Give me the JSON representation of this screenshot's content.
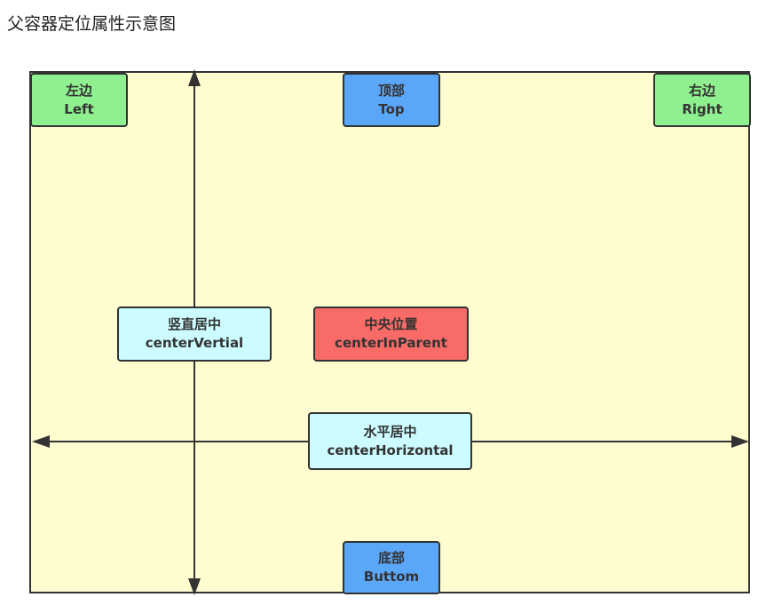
{
  "title": "父容器定位属性示意图",
  "boxes": {
    "left": {
      "cn": "左边",
      "en": "Left"
    },
    "top": {
      "cn": "顶部",
      "en": "Top"
    },
    "right": {
      "cn": "右边",
      "en": "Right"
    },
    "bottom": {
      "cn": "底部",
      "en": "Buttom"
    },
    "vertical_center": {
      "cn": "竖直居中",
      "en": "centerVertial"
    },
    "center_in_parent": {
      "cn": "中央位置",
      "en": "centerInParent"
    },
    "horizontal_center": {
      "cn": "水平居中",
      "en": "centerHorizontal"
    }
  },
  "colors": {
    "container_fill": "#fffdd0",
    "green": "#8ff08f",
    "blue": "#5aa6f8",
    "cyan": "#ccfcff",
    "red": "#f96b66",
    "line": "#333333"
  }
}
